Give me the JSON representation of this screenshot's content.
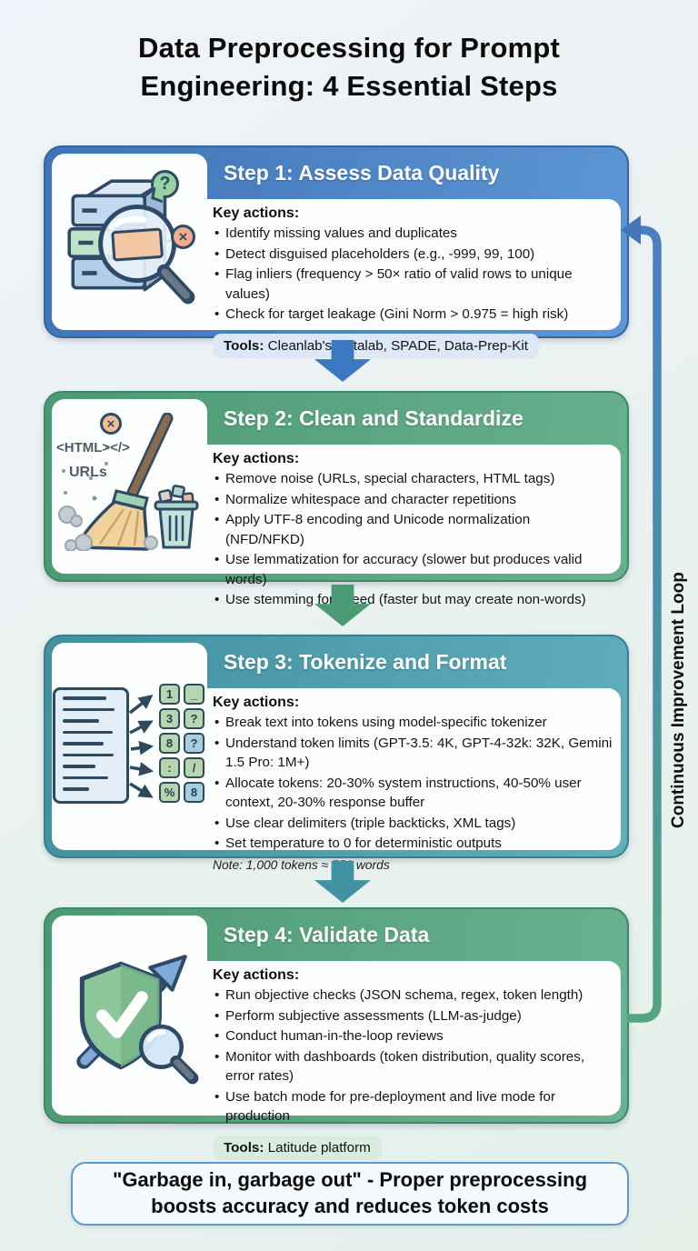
{
  "page": {
    "title": "Data Preprocessing for Prompt Engineering: 4 Essential Steps",
    "loop_label": "Continuous Improvement Loop",
    "footer_quote": "\"Garbage in, garbage out\" - Proper preprocessing boosts accuracy and reduces token costs"
  },
  "labels": {
    "key_actions": "Key actions:",
    "tools": "Tools:"
  },
  "steps": [
    {
      "header": "Step 1: Assess Data Quality",
      "icon": "database-magnifier-icon",
      "accent_color": "#4a80c2",
      "badges": [
        "?",
        "×"
      ],
      "bullets": [
        "Identify missing values and duplicates",
        "Detect disguised placeholders (e.g., -999, 99, 100)",
        "Flag inliers (frequency > 50× ratio of valid rows to unique values)",
        "Check for target leakage (Gini Norm > 0.975 = high risk)"
      ],
      "tools": "Cleanlab's Datalab, SPADE, Data-Prep-Kit"
    },
    {
      "header": "Step 2: Clean and Standardize",
      "icon": "broom-cleanup-icon",
      "accent_color": "#53a07c",
      "badges": [
        "×"
      ],
      "icon_labels": [
        "<HTML></>",
        "URLs"
      ],
      "bullets": [
        "Remove noise (URLs, special characters, HTML tags)",
        "Normalize whitespace and character repetitions",
        "Apply UTF-8 encoding and Unicode normalization (NFD/NFKD)",
        "Use lemmatization for accuracy (slower but produces valid words)",
        "Use stemming for speed (faster but may create non-words)"
      ]
    },
    {
      "header": "Step 3: Tokenize and Format",
      "icon": "document-tokens-icon",
      "accent_color": "#4595a4",
      "icon_tiles": [
        "1",
        "_",
        "3",
        "?",
        "8",
        "?",
        ":",
        "/",
        "%",
        "8"
      ],
      "bullets": [
        "Break text into tokens using model-specific tokenizer",
        "Understand token limits (GPT-3.5: 4K, GPT-4-32k: 32K, Gemini 1.5 Pro: 1M+)",
        "Allocate tokens: 20-30% system instructions, 40-50% user context, 20-30% response buffer",
        "Use clear delimiters (triple backticks, XML tags)",
        "Set temperature to 0 for deterministic outputs"
      ],
      "note": "Note: 1,000 tokens ≈ 750 words"
    },
    {
      "header": "Step 4: Validate Data",
      "icon": "shield-check-magnifier-icon",
      "accent_color": "#52a07b",
      "bullets": [
        "Run objective checks (JSON schema, regex, token length)",
        "Perform subjective assessments (LLM-as-judge)",
        "Conduct human-in-the-loop reviews",
        "Monitor with dashboards (token distribution, quality scores, error rates)",
        "Use batch mode for pre-deployment and live mode for production"
      ],
      "tools": "Latitude platform"
    }
  ],
  "colors": {
    "card1_blue": "#4a80c2",
    "card2_green": "#53a07c",
    "card3_teal": "#4595a4",
    "card4_green": "#52a07b",
    "loop_top_blue": "#4a7fc2",
    "loop_bottom_green": "#55a381",
    "background": "#ecf2ef",
    "quote_border_blue": "#5b9ccd"
  }
}
